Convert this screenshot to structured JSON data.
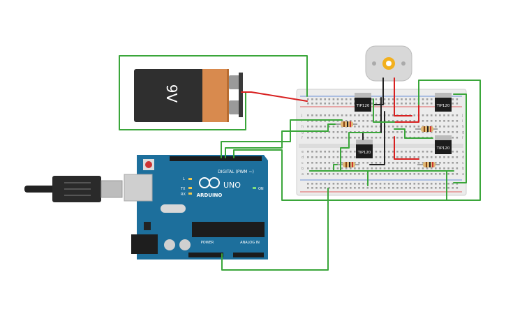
{
  "battery": {
    "label": "9V",
    "colors": {
      "body": "#2f2f2f",
      "cap": "#d88a4e",
      "terminal": "#9a9a9a"
    }
  },
  "motor": {
    "colors": {
      "body": "#cfcfcf",
      "gear": "#f2b01e"
    }
  },
  "transistors": [
    {
      "label": "TIP120"
    },
    {
      "label": "TIP120"
    },
    {
      "label": "TIP120"
    },
    {
      "label": "TIP120"
    }
  ],
  "arduino": {
    "brand": "ARDUINO",
    "model": "UNO",
    "header_digital": "DIGITAL (PWM ~)",
    "header_power": "POWER",
    "header_analog": "ANALOG IN",
    "label_on": "ON",
    "label_l": "L",
    "label_tx": "TX",
    "label_rx": "RX",
    "colors": {
      "board": "#1d6f9c",
      "chip": "#1c1c1c",
      "reset": "#c33"
    }
  },
  "breadboard": {
    "row_letters_top": [
      "j",
      "i",
      "h",
      "g",
      "f"
    ],
    "row_letters_bottom": [
      "e",
      "d",
      "c",
      "b",
      "a"
    ],
    "colors": {
      "body": "#ececec",
      "rail_red": "#e06060",
      "rail_blue": "#6a8fd6"
    }
  },
  "wires": {
    "colors": {
      "green": "#3aa63a",
      "red": "#d82020",
      "black": "#222222"
    }
  },
  "usb": {
    "colors": {
      "plug": "#222222",
      "metal": "#cfcfcf"
    }
  }
}
